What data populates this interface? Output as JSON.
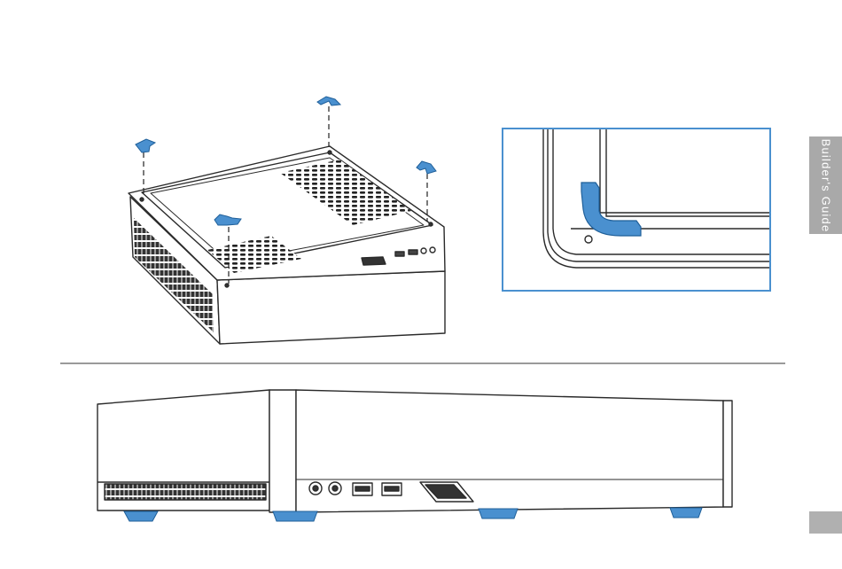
{
  "page": {
    "side_tab_label": "Builder's Guide",
    "page_number": ""
  },
  "colors": {
    "accent_blue": "#4a90cf",
    "line": "#2a2a2a",
    "tab_gray": "#a9a9a9",
    "divider_gray": "#9a9a9a"
  },
  "figures": {
    "top_left": "case-isometric-feet-install",
    "top_right": "corner-foot-detail",
    "bottom": "case-front-view"
  }
}
